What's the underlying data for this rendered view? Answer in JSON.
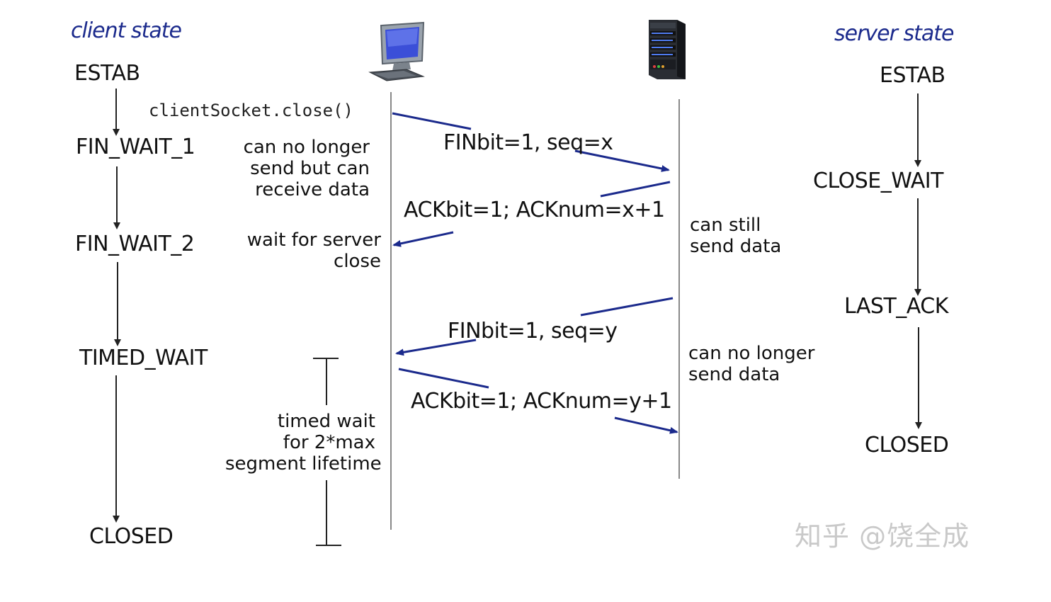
{
  "colors": {
    "arrow": "#1b2a8c",
    "heading": "#1b2a8c",
    "timeline": "#888888",
    "state_arrow": "#222222",
    "watermark": "#c9c9c9"
  },
  "headings": {
    "client": "client state",
    "server": "server state"
  },
  "icons": {
    "client": "desktop-computer-icon",
    "server": "server-tower-icon"
  },
  "client_states": [
    "ESTAB",
    "FIN_WAIT_1",
    "FIN_WAIT_2",
    "TIMED_WAIT",
    "CLOSED"
  ],
  "server_states": [
    "ESTAB",
    "CLOSE_WAIT",
    "LAST_ACK",
    "CLOSED"
  ],
  "call": "clientSocket.close()",
  "client_notes": {
    "fin_wait_1": [
      "can no longer",
      "send but can",
      "receive data"
    ],
    "fin_wait_2": [
      "wait for server",
      "close"
    ],
    "timed_wait": [
      "timed wait",
      "for 2*max",
      "segment lifetime"
    ]
  },
  "server_notes": {
    "close_wait": [
      "can still",
      "send data"
    ],
    "last_ack": [
      "can no longer",
      "send data"
    ]
  },
  "messages": [
    "FINbit=1, seq=x",
    "ACKbit=1; ACKnum=x+1",
    "FINbit=1, seq=y",
    "ACKbit=1; ACKnum=y+1"
  ],
  "watermark": "知乎 @饶全成"
}
